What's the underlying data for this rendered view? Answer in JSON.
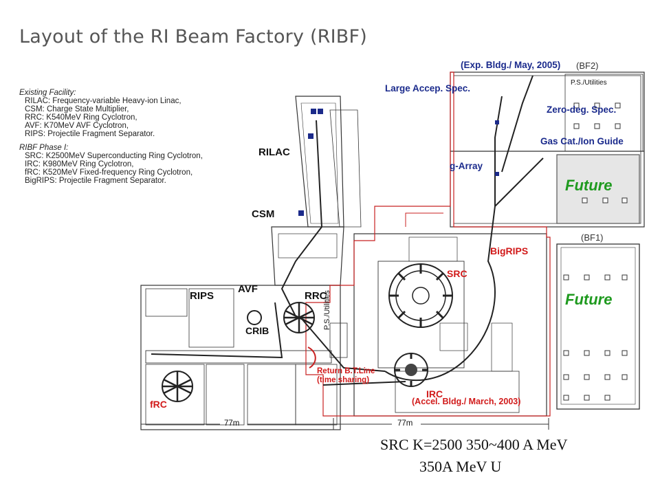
{
  "title": "Layout of the RI Beam Factory (RIBF)",
  "legend": {
    "existing_header": "Existing Facility:",
    "existing": [
      "RILAC: Frequency-variable Heavy-ion Linac,",
      "CSM: Charge State Multiplier,",
      "RRC: K540MeV Ring Cyclotron,",
      "AVF: K70MeV AVF Cyclotron,",
      "RIPS: Projectile Fragment Separator."
    ],
    "phase_header": "RIBF Phase I:",
    "phase": [
      "SRC: K2500MeV Superconducting Ring Cyclotron,",
      "IRC: K980MeV Ring Cyclotron,",
      "fRC: K520MeV Fixed-frequency Ring Cyclotron,",
      "BigRIPS: Projectile Fragment Separator."
    ]
  },
  "labels": {
    "exp_bldg": "(Exp.  Bldg./  May,  2005)",
    "bf2": "(BF2)",
    "ps_utilities_top": "P.S./Utilities",
    "large_accep_spec": "Large  Accep.  Spec.",
    "zero_deg_spec": "Zero-deg.  Spec.",
    "gas_cat": "Gas  Cat./Ion  Guide",
    "g_array": "g-Array",
    "future1": "Future",
    "future2": "Future",
    "bf1": "(BF1)",
    "bigrips": "BigRIPS",
    "src": "SRC",
    "irc": "IRC",
    "frc": "fRC",
    "rilac": "RILAC",
    "csm": "CSM",
    "avf": "AVF",
    "rips": "RIPS",
    "rrc": "RRC",
    "crib": "CRIB",
    "ps_utilities_mid": "P.S./Utilities",
    "return_line1": "Return   B.T.Line",
    "return_line2": "(time   sharing)",
    "accel_bldg": "(Accel.  Bldg./  March,  2003)",
    "dim1": "77m",
    "dim2": "77m"
  },
  "caption": {
    "line1": "SRC K=2500  350~400 A MeV",
    "line2": "350A MeV  U"
  }
}
